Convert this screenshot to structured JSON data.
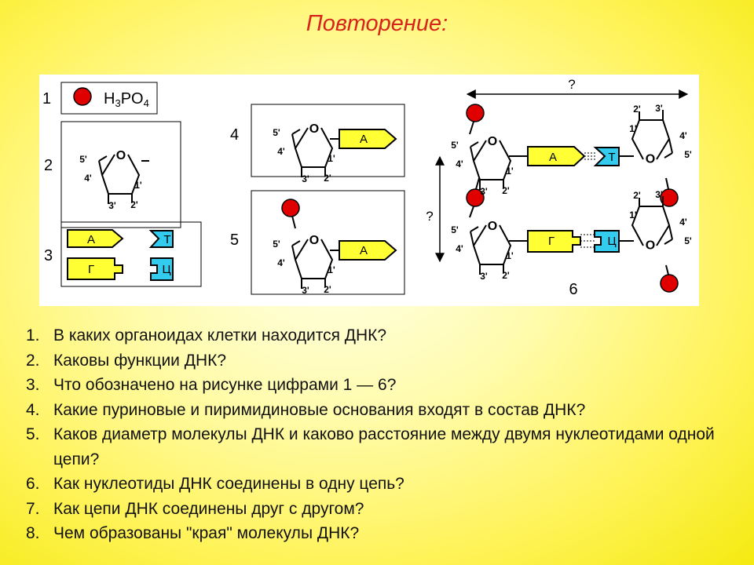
{
  "title": "Повторение:",
  "figure": {
    "panel_numbers": [
      "1",
      "2",
      "3",
      "4",
      "5",
      "6"
    ],
    "phosphate_formula": {
      "base": "H",
      "sub1": "3",
      "mid": "PO",
      "sub2": "4"
    },
    "sugar_atoms": {
      "c5": "5'",
      "c4": "4'",
      "c3": "3'",
      "c2": "2'",
      "c1": "1'",
      "o": "O"
    },
    "bases": {
      "adenine": "А",
      "guanine": "Г",
      "thymine": "Т",
      "cytosine": "Ц"
    },
    "unknown_mark": "?",
    "colors": {
      "phosphate": "#e00000",
      "purine": "#ffff33",
      "pyrimidine": "#33ccee"
    }
  },
  "questions": [
    {
      "num": "1.",
      "text": "В каких органоидах клетки находится ДНК?"
    },
    {
      "num": "2.",
      "text": "Каковы функции ДНК?"
    },
    {
      "num": "3.",
      "text": "Что обозначено на рисунке цифрами 1 — 6?"
    },
    {
      "num": "4.",
      "text": "Какие пуриновые и пиримидиновые основания входят в состав ДНК?"
    },
    {
      "num": "5.",
      "text": "Каков диаметр молекулы ДНК и каково расстояние между двумя нуклеотидами одной цепи?"
    },
    {
      "num": "6.",
      "text": "Как нуклеотиды ДНК соединены в одну цепь?"
    },
    {
      "num": "7.",
      "text": "Как цепи ДНК соединены друг с другом?"
    },
    {
      "num": "8.",
      "text": "Чем образованы \"края\" молекулы ДНК?"
    }
  ]
}
